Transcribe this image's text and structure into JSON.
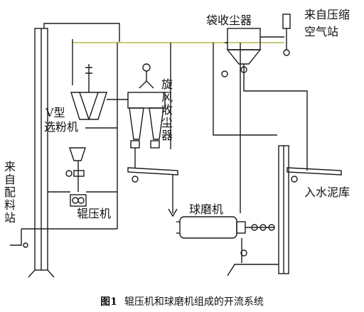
{
  "labels": {
    "bag_filter": "袋收尘器",
    "from_compressor_line1": "来自压缩",
    "from_compressor_line2": "空气站",
    "cyclone": "旋风收尘器",
    "v_separator_line1": "V型",
    "v_separator_line2": "选粉机",
    "from_batching": "来自配料站",
    "to_cement_silo": "入水泥库",
    "ball_mill": "球磨机",
    "roller_press": "辊压机"
  },
  "caption": {
    "number": "图1",
    "text": "辊压机和球磨机组成的开流系统"
  },
  "colors": {
    "line": "#1a1a1a",
    "air_pipe": "#d6d68a",
    "background": "#ffffff"
  }
}
